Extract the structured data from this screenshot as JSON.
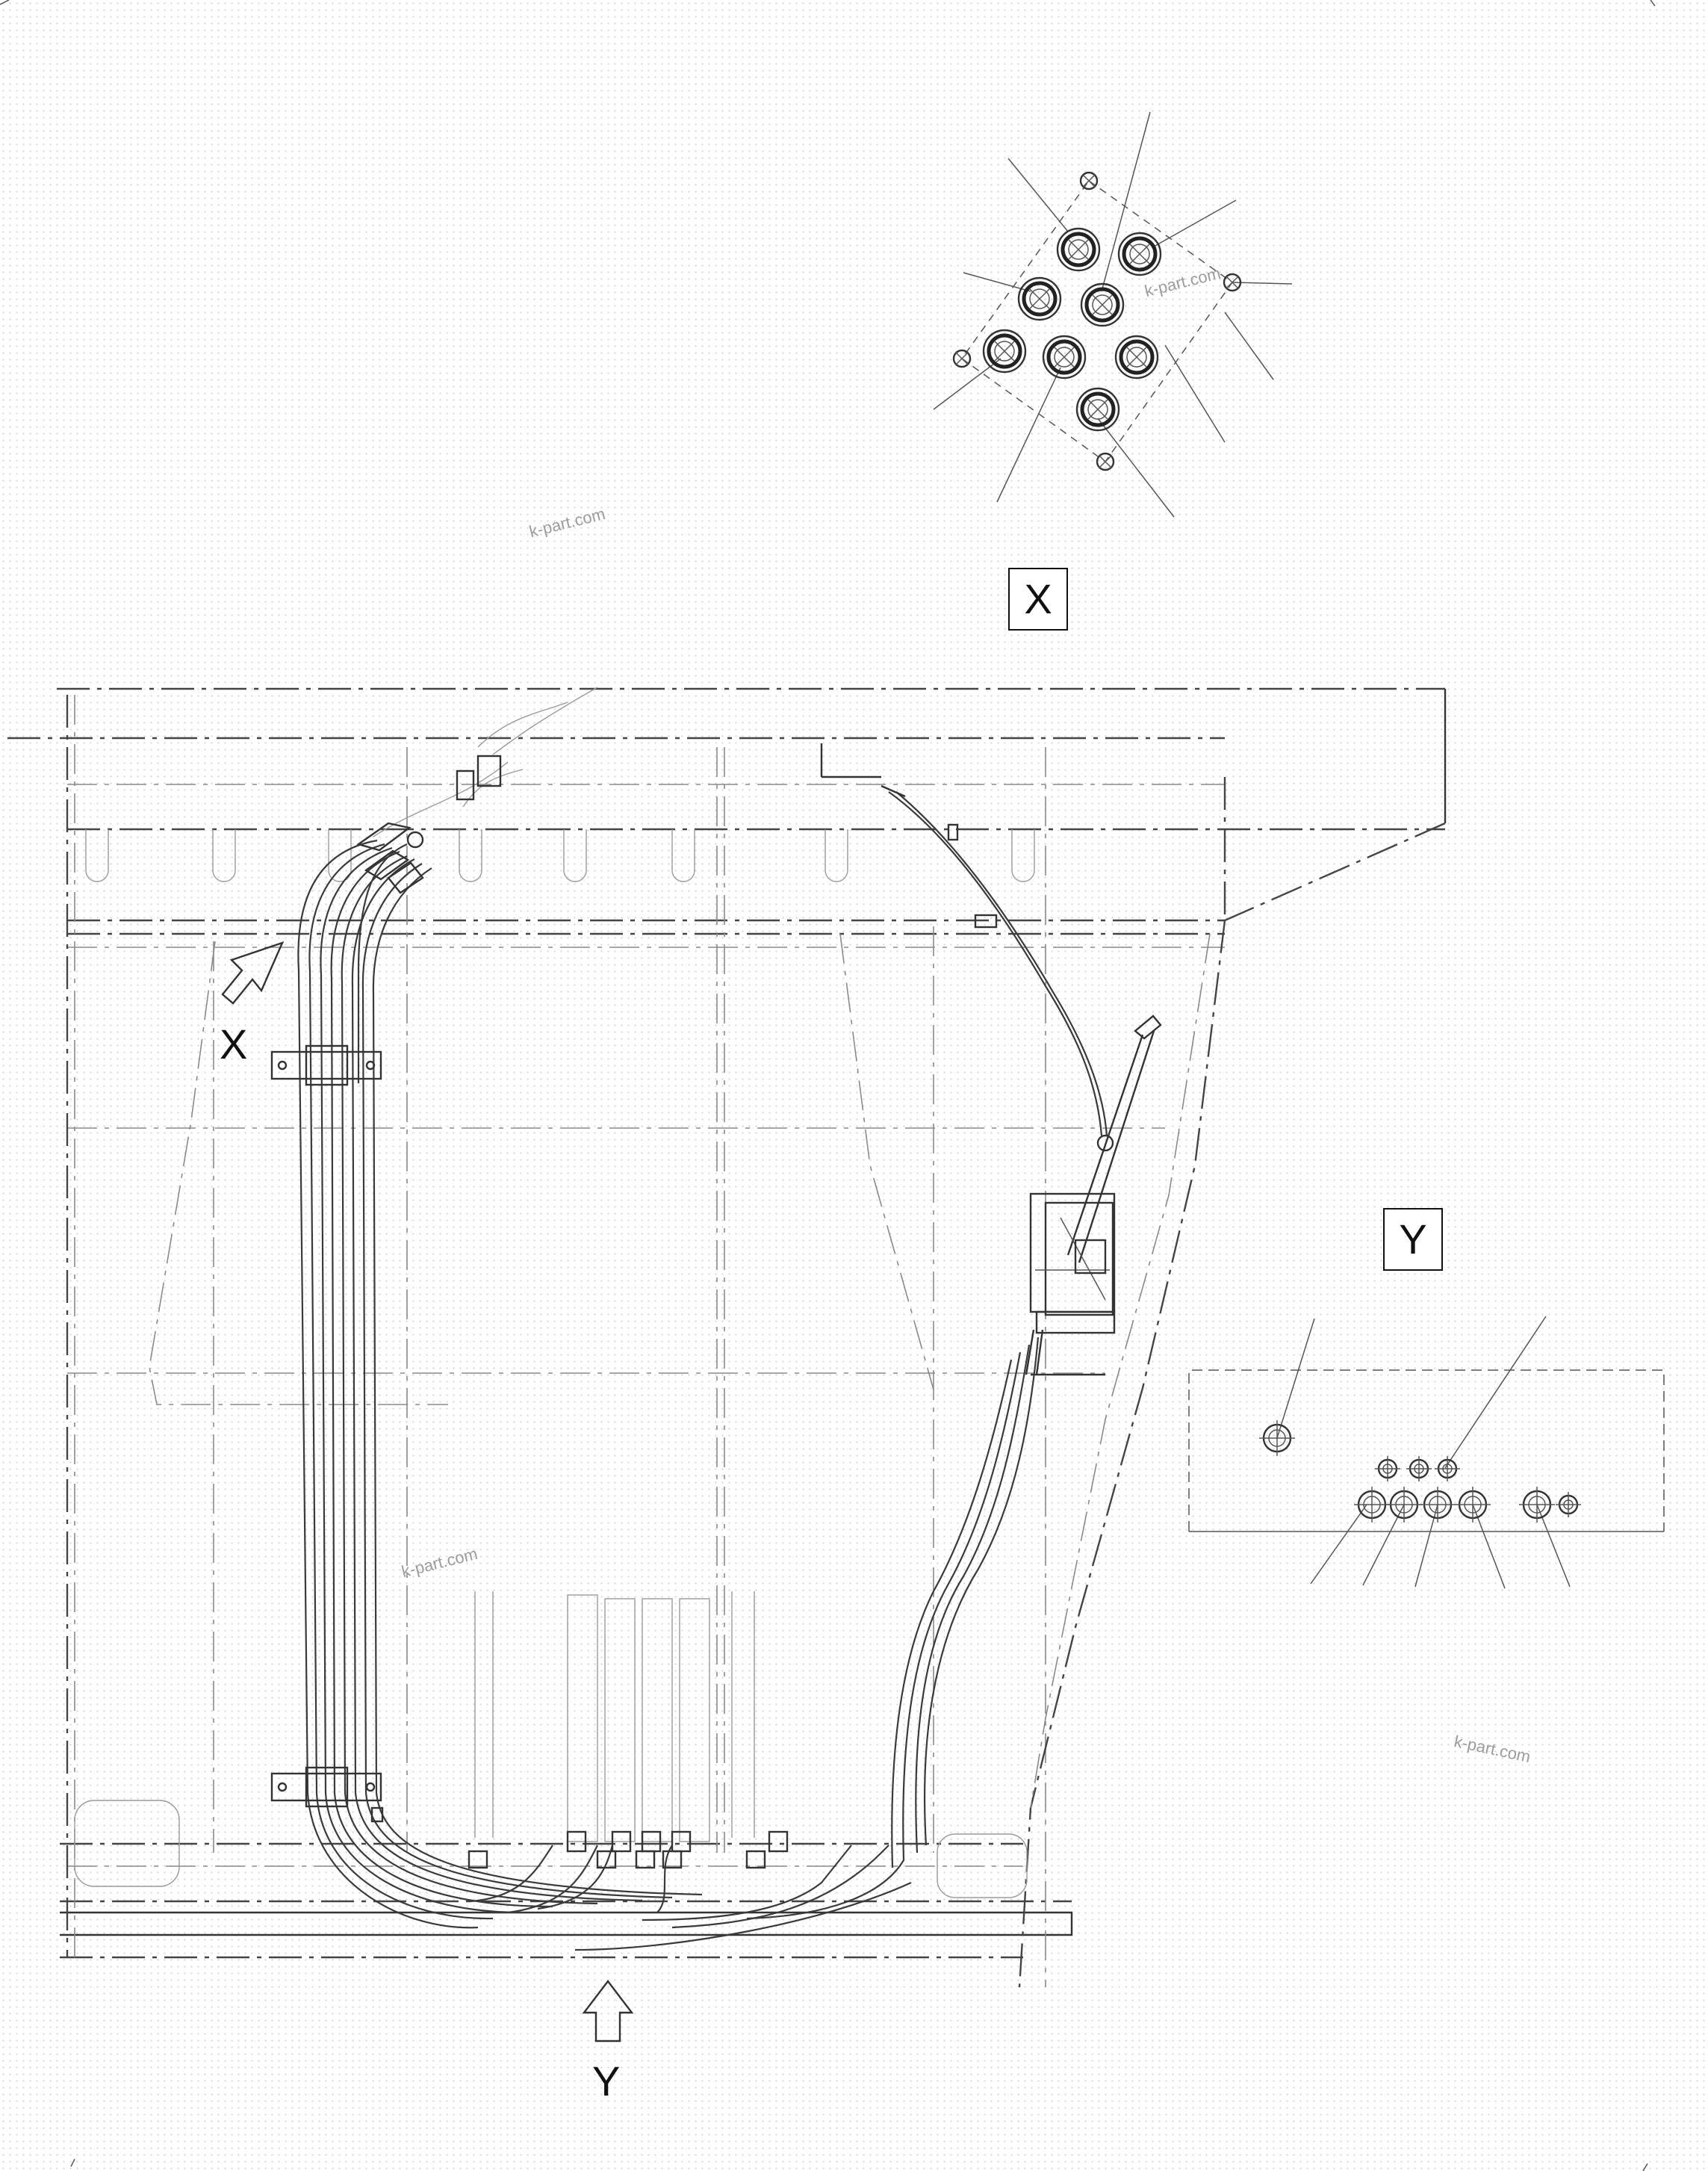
{
  "view_labels": {
    "view_x_box": "X",
    "view_y_box": "Y",
    "arrow_x": "X",
    "arrow_y": "Y"
  },
  "watermarks": [
    "k-part.com",
    "k-part.com",
    "k-part.com",
    "k-part.com"
  ]
}
